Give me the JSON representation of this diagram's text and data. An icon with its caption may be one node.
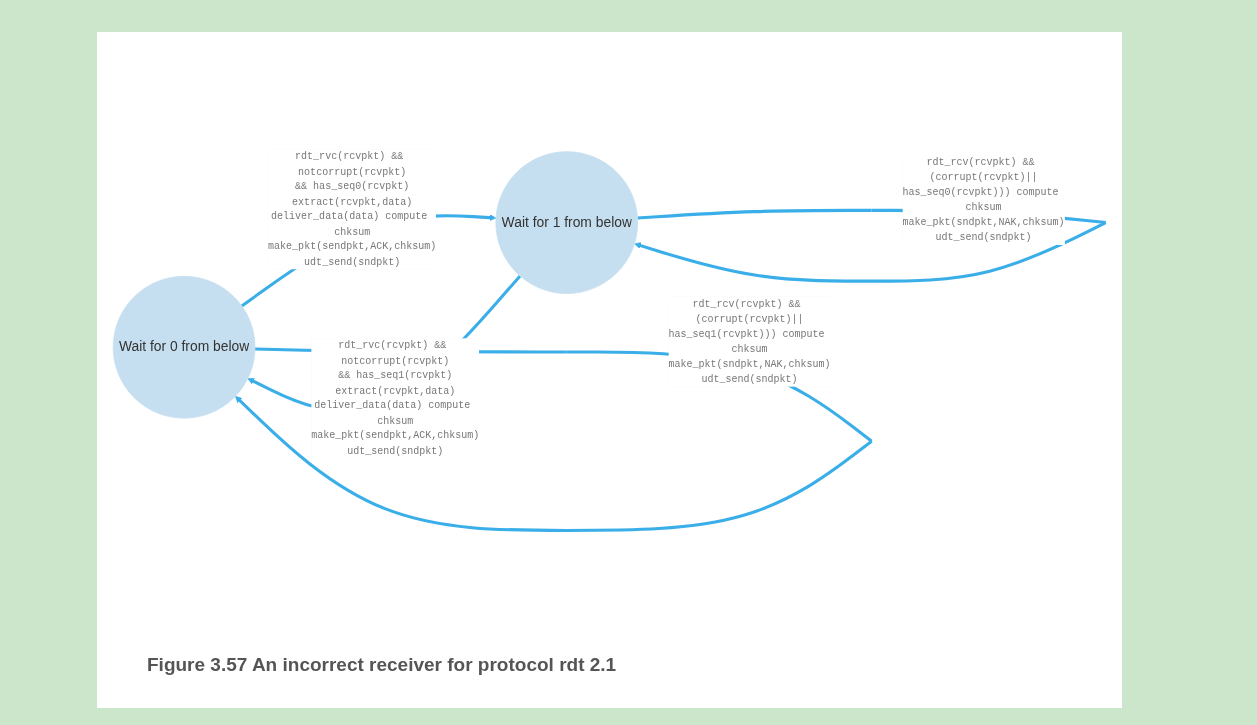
{
  "diagram": {
    "caption": "Figure 3.57 An incorrect receiver for protocol rdt 2.1",
    "nodes": [
      {
        "text": [
          "Wait for 0 from below"
        ]
      },
      {
        "text": [
          "Wait for 1 from below"
        ]
      }
    ],
    "edges": [
      {
        "from": 0,
        "to": 1,
        "arrow": "to",
        "label": "rdt_rvc(rcvpkt) && notcorrupt(rcvpkt) && has_seq0(rcvpkt) extract(rcvpkt,data) deliver_data(data) compute chksum make_pkt(sendpkt,ACK,chksum) udt_send(sndpkt)"
      },
      {
        "from": 1,
        "to": 1,
        "arrow": "to",
        "label": "rdt_rcv(rcvpkt) && (corrupt(rcvpkt)|| has_seq0(rcvpkt))) compute chksum make_pkt(sndpkt,NAK,chksum) udt_send(sndpkt)"
      },
      {
        "from": 0,
        "to": 0,
        "arrow": "to",
        "label": "rdt_rcv(rcvpkt) && (corrupt(rcvpkt)|| has_seq1(rcvpkt))) compute chksum make_pkt(sndpkt,NAK,chksum) udt_send(sndpkt)"
      },
      {
        "from": 1,
        "to": 0,
        "arrow": "to",
        "label": "rdt_rvc(rcvpkt) && notcorrupt(rcvpkt) && has_seq1(rcvpkt) extract(rcvpkt,data) deliver_data(data) compute chksum make_pkt(sendpkt,ACK,chksum) udt_send(sndpkt)"
      }
    ]
  }
}
